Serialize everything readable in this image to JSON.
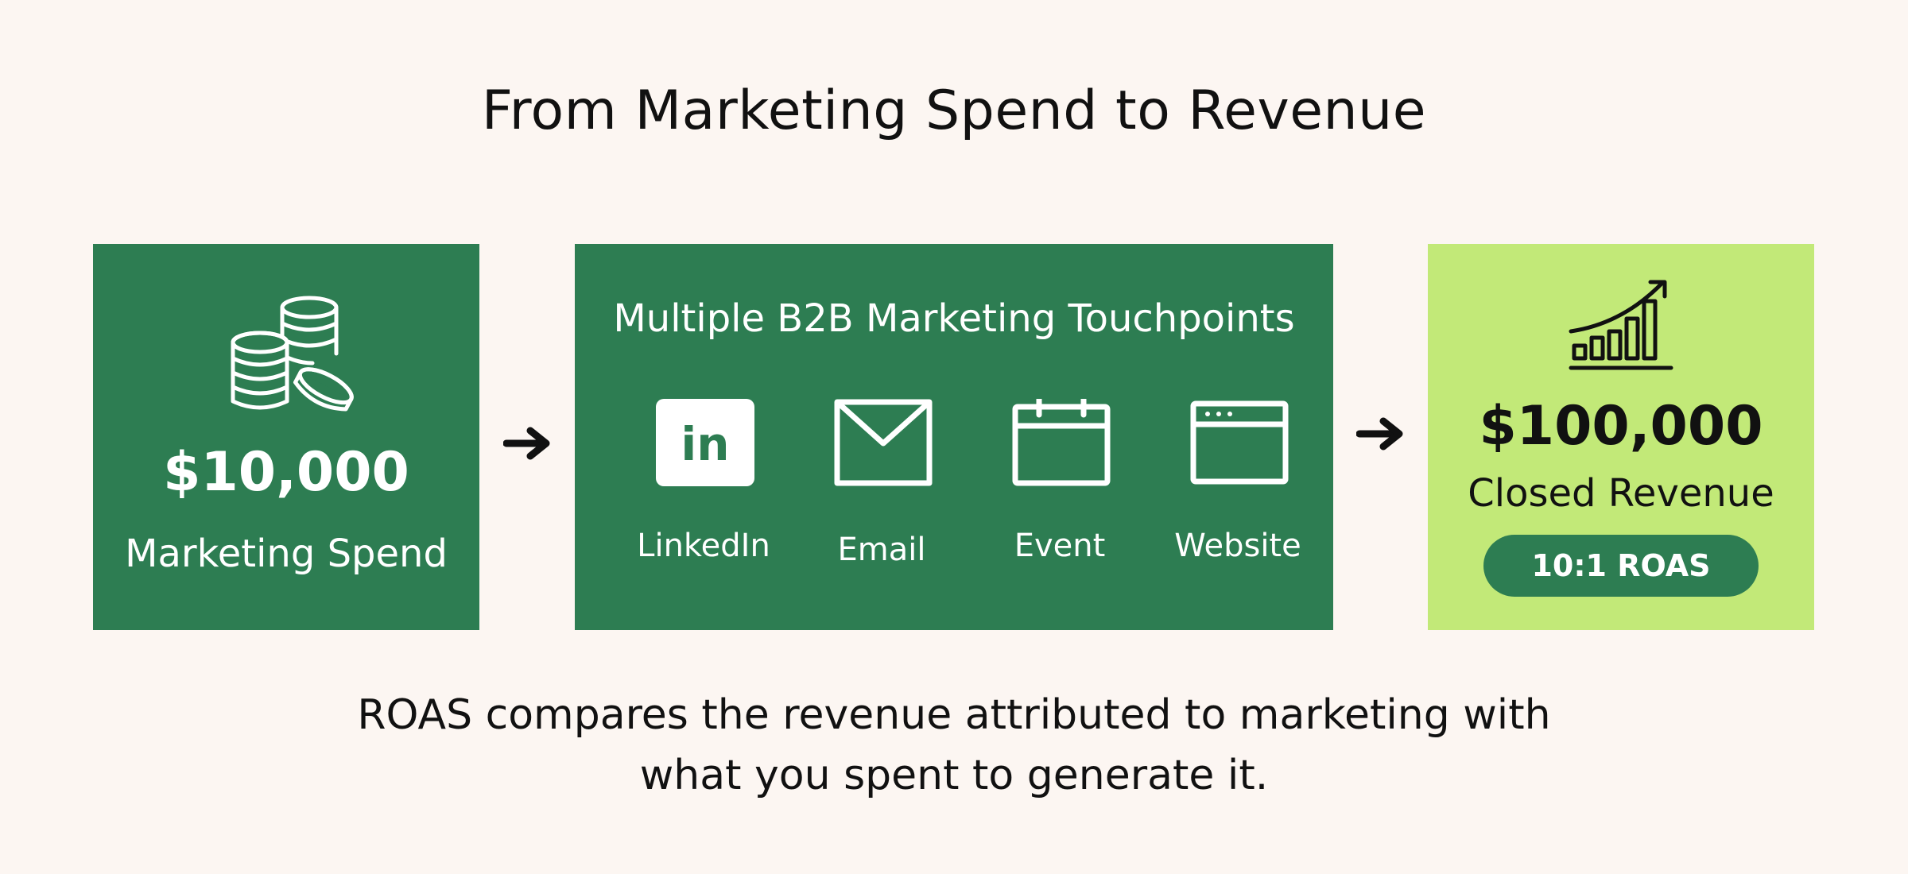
{
  "title": "From Marketing Spend to Revenue",
  "spend": {
    "icon": "coins-stack-icon",
    "amount": "$10,000",
    "label": "Marketing Spend"
  },
  "touchpoints": {
    "title": "Multiple B2B Marketing Touchpoints",
    "items": [
      {
        "label": "LinkedIn",
        "icon": "linkedin-icon",
        "icon_text": "in"
      },
      {
        "label": "Email",
        "icon": "envelope-icon"
      },
      {
        "label": "Event",
        "icon": "calendar-icon"
      },
      {
        "label": "Website",
        "icon": "browser-window-icon"
      }
    ]
  },
  "revenue": {
    "icon": "growth-chart-icon",
    "amount": "$100,000",
    "label": "Closed Revenue",
    "badge": "10:1 ROAS"
  },
  "caption": {
    "line1": "ROAS compares the revenue attributed to marketing with",
    "line2": "what you spent to generate it."
  },
  "colors": {
    "background": "#fcf6f2",
    "green": "#2d7d52",
    "lime": "#c2e978",
    "text": "#111111"
  }
}
